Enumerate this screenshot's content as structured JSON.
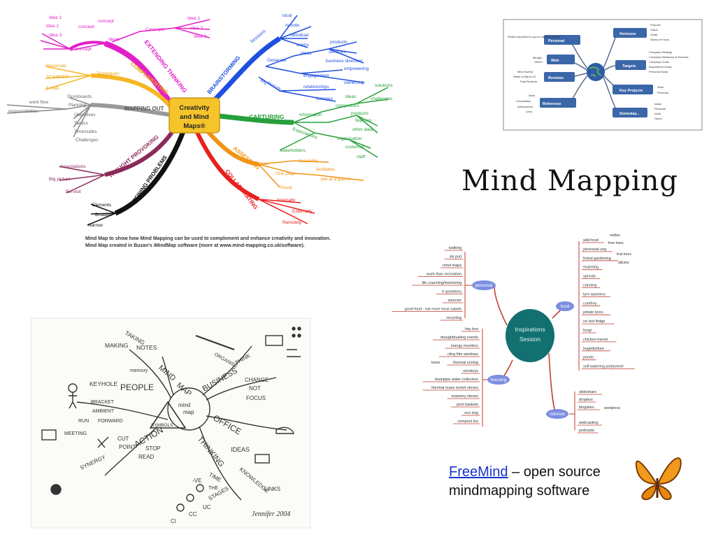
{
  "slide": {
    "title": "Mind Mapping",
    "freemind_link": "FreeMind",
    "freemind_rest": " – open source",
    "freemind_line2": "mindmapping software"
  },
  "map1": {
    "center": [
      "Creativity",
      "and Mind",
      "Maps®"
    ],
    "branches": {
      "extending": "EXTENDING THINKING",
      "complimenting": "COMPLIMENTING",
      "mapping": "MAPPING OUT",
      "thought": "THOUGHT PROVOKING",
      "defining": "DEFINING PROBLEMS",
      "brainstorming": "BRAINSTORMING",
      "capturing": "CAPTURING",
      "assessing": "ASSESSING",
      "collaborating": "COLLABORATING"
    },
    "leaves": {
      "idea1": "Idea 1",
      "idea2": "Idea 2",
      "idea3": "Idea 3",
      "concept": "concept",
      "ideas": "Ideas",
      "concepts": "Concepts",
      "cidea1": "Idea 1",
      "cidea2": "Idea 2",
      "cidea3": "Idea 3",
      "concept2": "concept",
      "reversals": "Reversals",
      "scamper": "SCAMPER",
      "sixhats": "6 Hats",
      "techniques": "Techniques",
      "storyboards": "Storyboards",
      "planning": "Planning",
      "workflow": "work flow",
      "responsibilities": "responsibilities",
      "objectives": "Objectives",
      "tactics": "Tactics",
      "timescales": "Timescales",
      "challenges": "Challenges",
      "associations": "Associations",
      "bigpicture": "Big picture",
      "revisit": "Re-visit",
      "elements": "Elements",
      "broaden": "Broaden",
      "narrow": "Narrow",
      "sessions": "Sessions",
      "local": "local",
      "remote": "remote",
      "individual": "individual",
      "teams": "teams",
      "generate": "Generate",
      "bideas": "ideas",
      "products": "products",
      "services": "services",
      "businessdir": "business direction",
      "engagement": "engagement",
      "empowering": "empowering",
      "ownership": "ownership",
      "bbig": "Big Picture",
      "relationships": "relationships",
      "linkages": "linkages",
      "information": "Information",
      "cideas": "ideas",
      "solutions": "solutions",
      "cchallenges": "challenges",
      "competitors": "competitors",
      "cproducts": "products",
      "features": "features",
      "otherdata": "other data",
      "expectations": "Expectations",
      "organisation": "organisation",
      "customer": "customer",
      "stakeholders": "stakeholders",
      "staff": "staff",
      "aideas": "Ideas",
      "feasibility": "feasibility",
      "onepage": "One page",
      "facilitates": "facilitates",
      "seeatglance": "see at a glance",
      "visual": "Visual",
      "internally": "Internally",
      "externally": "Externally",
      "remotely": "Remotely"
    },
    "caption1": "Mind Map to show how Mind Mapping can be used to complement and enhance creativity and innovation.",
    "caption2": "Mind Map created in Buzan's iMindMap software (more at www.mind-mapping.co.uk/software)."
  },
  "map2": {
    "left": {
      "personal": "Personal",
      "web": "Web",
      "reviews": "Reviews",
      "reference": "Reference"
    },
    "right": {
      "horizons": "Horizons",
      "targets": "Targets",
      "keyprojects": "Key Projects",
      "someday": "Someday..."
    },
    "left_leaves": {
      "p1": "What's important to you to have available?",
      "w1": "Mindjet",
      "w2": "Other?",
      "r1": "Mind Sweep",
      "r2": "Week of March 22",
      "r3": "Past Reviews",
      "f1": "Work",
      "f2": "Competition",
      "f3": "Assessment",
      "f4": "Links"
    },
    "right_leaves": {
      "h1": "Purpose",
      "h2": "Vision",
      "h3": "Goals",
      "h4": "Areas of Focus",
      "t1": "Company Strategy",
      "t2": "Company Measures of Success",
      "t3": "Company Goals",
      "t4": "Department Goals",
      "t5": "Personal Goals",
      "k1": "Work",
      "k2": "Personal",
      "s1": "Ideas",
      "s2": "Personal",
      "s3": "Work",
      "s4": "Home"
    }
  },
  "map3": {
    "center": [
      "Inspirations",
      "Session"
    ],
    "nodes": {
      "personal": "personal",
      "food": "food",
      "housing": "housing",
      "internet": "internet"
    },
    "personal_items": [
      "walking",
      "ski pod",
      "mind maps",
      "work than recreation",
      "life coaching/mentoring",
      "4 questions",
      "sourcier",
      "good food - eat more local salads",
      "recycling"
    ],
    "food_items": [
      "wild food",
      "perennial veg",
      "forest gardening",
      "mulching",
      "sprouts",
      "canning",
      "tyre warmery",
      "comfrey",
      "potato tyres",
      "no lost fridge",
      "fungi",
      "chicken tractor",
      "hugelkulture",
      "ponds",
      "self watering polytunnel"
    ],
    "food_sub": [
      "nettles",
      "lime trees",
      "fruit trees",
      "alliums"
    ],
    "housing_items": [
      "hay box",
      "draughtbusting events",
      "energy monitors",
      "cling film windows",
      "thermal zoning",
      "smokeys",
      "drainpipe water collectors",
      "thermal mass rocket stoves",
      "masonry stoves",
      "pool baskets",
      "eco bog",
      "compost loo"
    ],
    "housing_sub": [
      "boots"
    ],
    "internet_items": [
      "slideshare",
      "dropbox",
      "blogsites",
      "wordpress",
      "webcasting",
      "podcasts"
    ]
  },
  "map4": {
    "center": [
      "mind",
      "map"
    ],
    "words": [
      "TAKING",
      "NOTES",
      "MAKING",
      "memory",
      "MIND",
      "MAP",
      "KEYHOLE",
      "PEOPLE",
      "BRACKET",
      "AMBIENT",
      "RUN",
      "FORWARD",
      "MEETING",
      "SYMBOLS",
      "ACTION",
      "CUT",
      "POINT",
      "STOP",
      "READ",
      "SYNERGY",
      "BUSINESS",
      "THINK",
      "ORGANISE",
      "CHANGE",
      "NOT",
      "FOCUS",
      "OFFICE",
      "THINKING",
      "IDEAS",
      "KNOWLEDGE",
      "LINKS",
      "TIME",
      "-VE",
      "THE",
      "STAGES",
      "UC",
      "CC",
      "CI"
    ],
    "signature": "Jennifer 2004"
  }
}
